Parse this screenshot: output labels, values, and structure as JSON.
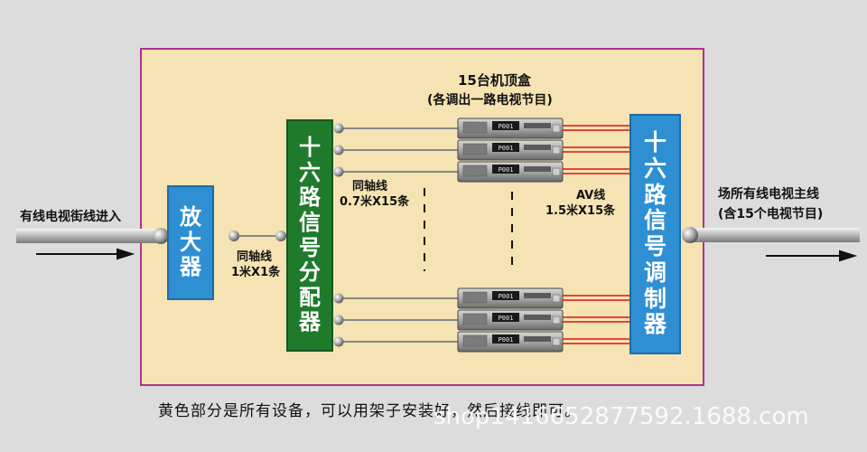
{
  "input_label": "有线电视街线进入",
  "output_label": [
    "场所有线电视主线",
    "(含15个电视节目)"
  ],
  "amplifier": {
    "chars": [
      "放",
      "大",
      "器"
    ]
  },
  "splitter": {
    "chars": [
      "十",
      "六",
      "路",
      "信",
      "号",
      "分",
      "配",
      "器"
    ]
  },
  "modulator": {
    "chars": [
      "十",
      "六",
      "路",
      "信",
      "号",
      "调",
      "制",
      "器"
    ]
  },
  "stb_title": [
    "15台机顶盒",
    "(各调出一路电视节目)"
  ],
  "coax1_label": [
    "同轴线",
    "1米X1条"
  ],
  "coax2_label": [
    "同轴线",
    "0.7米X15条"
  ],
  "av_label": [
    "AV线",
    "1.5米X15条"
  ],
  "stb_display": "P001",
  "caption": "黄色部分是所有设备，可以用架子安装好，然后接线即可。",
  "watermark": "shop1416652877592.1688.com",
  "colors": {
    "panel": "#f6e3b3",
    "border": "#b0318f",
    "blue": "#2e8fd3",
    "green": "#1f7a2c",
    "av_red": "#d11"
  }
}
